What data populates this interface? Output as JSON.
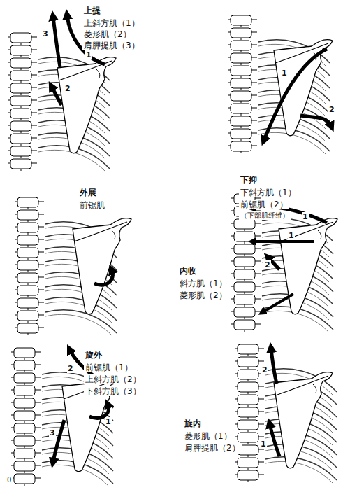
{
  "diagram": {
    "labels": [
      "上提",
      "上斜方肌（1）",
      "菱形肌（2）",
      "肩胛提肌（3）",
      "3",
      "1",
      "2",
      "1",
      "2",
      "下抑",
      "下斜方肌（1）",
      "前锯肌（2）",
      "（下部肌纤维）",
      "外展",
      "前锯肌",
      "1",
      "1",
      "2",
      "内收",
      "斜方肌（1）",
      "菱形肌（2）",
      "旋外",
      "前锯肌（1）",
      "上斜方肌（2）",
      "下斜方肌（3）",
      "2",
      "3",
      "1",
      "2",
      "1",
      "旋内",
      "菱形肌（1）",
      "肩胛提肌（2）",
      "0"
    ]
  }
}
